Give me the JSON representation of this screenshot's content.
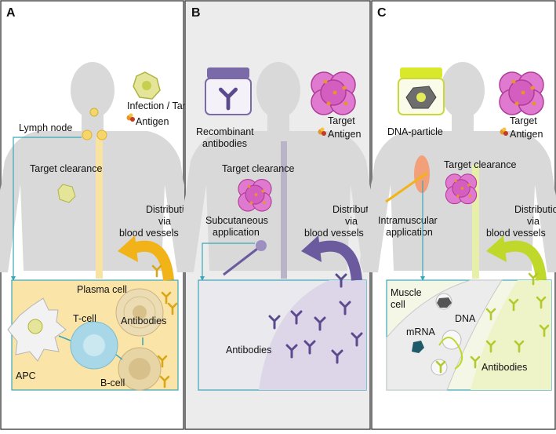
{
  "panels": [
    {
      "letter": "A",
      "labels": {
        "infection": "Infection / Target",
        "antigen": "Antigen",
        "lymph_node": "Lymph node",
        "target_clearance": "Target clearance",
        "distribution_1": "Distribution",
        "distribution_2": "via",
        "distribution_3": "blood vessels",
        "plasma_cell": "Plasma cell",
        "t_cell": "T-cell",
        "antibodies": "Antibodies",
        "apc": "APC",
        "b_cell": "B-cell"
      }
    },
    {
      "letter": "B",
      "labels": {
        "recombinant_1": "Recombinant",
        "recombinant_2": "antibodies",
        "target": "Target",
        "antigen": "Antigen",
        "target_clearance": "Target clearance",
        "subcutaneous_1": "Subcutaneous",
        "subcutaneous_2": "application",
        "distribution_1": "Distribution",
        "distribution_2": "via",
        "distribution_3": "blood vessels",
        "antibodies": "Antibodies"
      }
    },
    {
      "letter": "C",
      "labels": {
        "dna_particle": "DNA-particle",
        "target": "Target",
        "antigen": "Antigen",
        "target_clearance": "Target clearance",
        "intramuscular_1": "Intramuscular",
        "intramuscular_2": "application",
        "distribution_1": "Distribution",
        "distribution_2": "via",
        "distribution_3": "blood vessels",
        "muscle_1": "Muscle",
        "muscle_2": "cell",
        "dna": "DNA",
        "mrna": "mRNA",
        "antibodies": "Antibodies"
      }
    }
  ],
  "colors": {
    "panel_a_accent": "#f2b318",
    "panel_b_accent": "#6b5a9e",
    "panel_c_accent": "#b8d41a",
    "connector": "#3aa6b9",
    "target_pink": "#d24fb4"
  }
}
